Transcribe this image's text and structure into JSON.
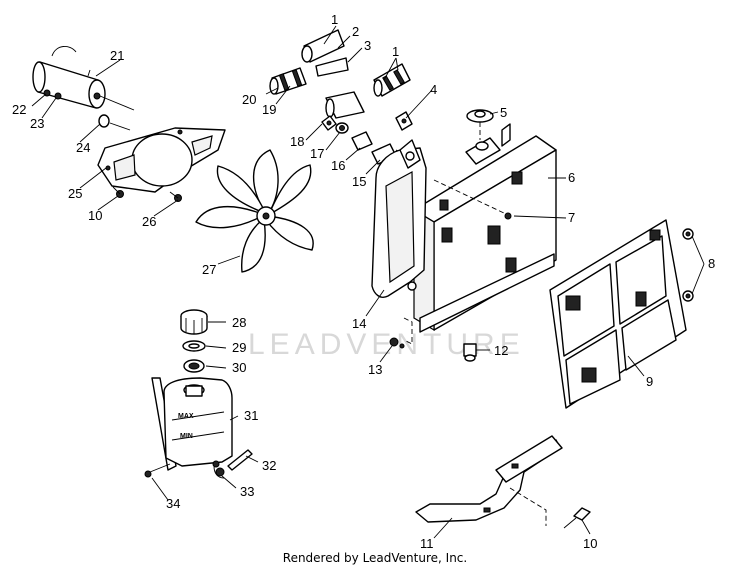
{
  "callouts": [
    {
      "id": "c1a",
      "text": "1"
    },
    {
      "id": "c2",
      "text": "2"
    },
    {
      "id": "c3",
      "text": "3"
    },
    {
      "id": "c1b",
      "text": "1"
    },
    {
      "id": "c4",
      "text": "4"
    },
    {
      "id": "c5",
      "text": "5"
    },
    {
      "id": "c6",
      "text": "6"
    },
    {
      "id": "c7",
      "text": "7"
    },
    {
      "id": "c8",
      "text": "8"
    },
    {
      "id": "c9",
      "text": "9"
    },
    {
      "id": "c10a",
      "text": "10"
    },
    {
      "id": "c10b",
      "text": "10"
    },
    {
      "id": "c11",
      "text": "11"
    },
    {
      "id": "c12",
      "text": "12"
    },
    {
      "id": "c13",
      "text": "13"
    },
    {
      "id": "c14",
      "text": "14"
    },
    {
      "id": "c15",
      "text": "15"
    },
    {
      "id": "c16",
      "text": "16"
    },
    {
      "id": "c17",
      "text": "17"
    },
    {
      "id": "c18",
      "text": "18"
    },
    {
      "id": "c19",
      "text": "19"
    },
    {
      "id": "c20",
      "text": "20"
    },
    {
      "id": "c21",
      "text": "21"
    },
    {
      "id": "c22",
      "text": "22"
    },
    {
      "id": "c23",
      "text": "23"
    },
    {
      "id": "c24",
      "text": "24"
    },
    {
      "id": "c25",
      "text": "25"
    },
    {
      "id": "c26",
      "text": "26"
    },
    {
      "id": "c27",
      "text": "27"
    },
    {
      "id": "c28",
      "text": "28"
    },
    {
      "id": "c29",
      "text": "29"
    },
    {
      "id": "c30",
      "text": "30"
    },
    {
      "id": "c31",
      "text": "31"
    },
    {
      "id": "c32",
      "text": "32"
    },
    {
      "id": "c33",
      "text": "33"
    },
    {
      "id": "c34",
      "text": "34"
    }
  ],
  "tank_marks": {
    "max": "MAX",
    "min": "MIN"
  },
  "watermark": "LEADVENTURE",
  "footer": "Rendered by LeadVenture, Inc."
}
